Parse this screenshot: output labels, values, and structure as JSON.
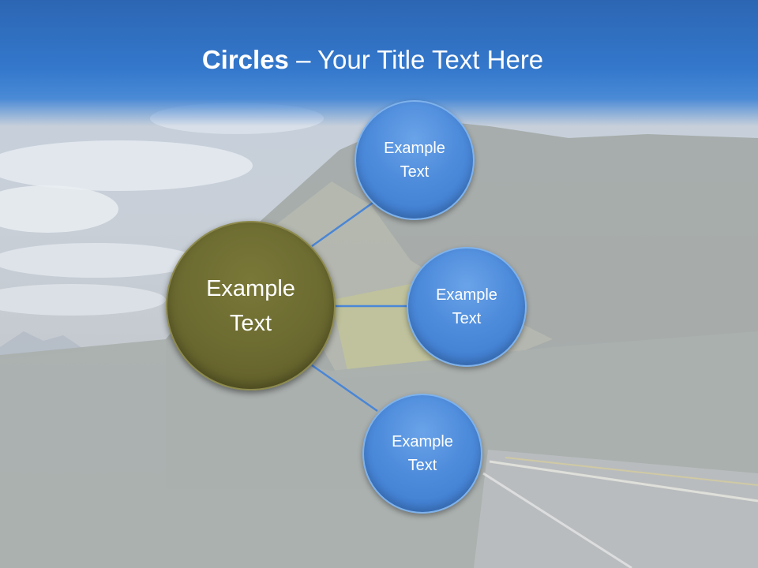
{
  "title": {
    "bold": "Circles",
    "rest": " – Your Title Text Here"
  },
  "diagram": {
    "center": {
      "label": "Example\nText",
      "color": "#6b6a30"
    },
    "satellites": [
      {
        "label": "Example\nText",
        "color": "#4d8bdb"
      },
      {
        "label": "Example\nText",
        "color": "#4d8bdb"
      },
      {
        "label": "Example\nText",
        "color": "#4d8bdb"
      }
    ],
    "connector_color": "#4a86d6"
  },
  "colors": {
    "header": "#3478cc",
    "title_text": "#ffffff"
  }
}
